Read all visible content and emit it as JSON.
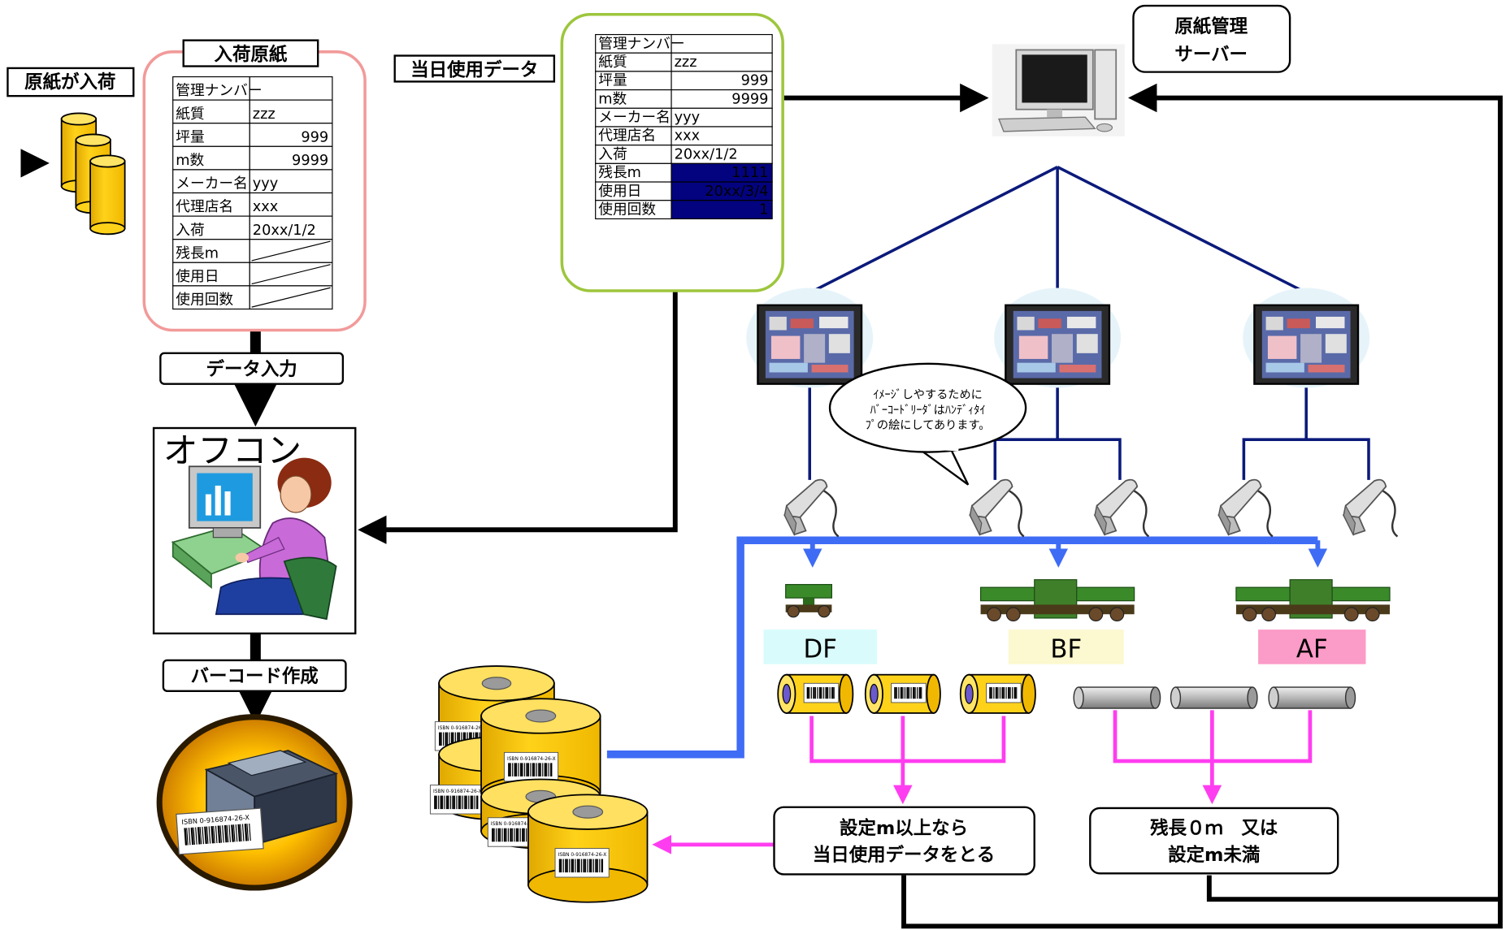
{
  "labels": {
    "arrival": "原紙が入荷",
    "incoming_paper": "入荷原紙",
    "today_data": "当日使用データ",
    "server_l1": "原紙管理",
    "server_l2": "サーバー",
    "data_input": "データ入力",
    "office_computer": "オフコン",
    "barcode_create": "バーコード作成",
    "callout_l1": "ｲﾒｰｼﾞしやするために",
    "callout_l2": "ﾊﾞｰｺｰﾄﾞﾘｰﾀﾞはﾊﾝﾃﾞｨﾀｲ",
    "callout_l3": "ﾌﾟの絵にしてあります。",
    "df": "DF",
    "bf": "BF",
    "af": "AF",
    "keep_l1": "設定m以上なら",
    "keep_l2": "当日使用データをとる",
    "end_l1": "残長０ｍ　又は",
    "end_l2": "設定m未満",
    "barcode_text": "ISBN 0-916874-26-X"
  },
  "table_in": {
    "rows": [
      {
        "label": "管理ナンバー",
        "value": ""
      },
      {
        "label": "紙質",
        "value": "zzz"
      },
      {
        "label": "坪量",
        "value": "999"
      },
      {
        "label": "m数",
        "value": "9999"
      },
      {
        "label": "メーカー名",
        "value": "yyy"
      },
      {
        "label": "代理店名",
        "value": "xxx"
      },
      {
        "label": "入荷",
        "value": "20xx/1/2"
      },
      {
        "label": "残長m",
        "value": ""
      },
      {
        "label": "使用日",
        "value": ""
      },
      {
        "label": "使用回数",
        "value": ""
      }
    ]
  },
  "table_today": {
    "rows": [
      {
        "label": "管理ナンバー",
        "value": ""
      },
      {
        "label": "紙質",
        "value": "zzz"
      },
      {
        "label": "坪量",
        "value": "999"
      },
      {
        "label": "m数",
        "value": "9999"
      },
      {
        "label": "メーカー名",
        "value": "yyy"
      },
      {
        "label": "代理店名",
        "value": "xxx"
      },
      {
        "label": "入荷",
        "value": "20xx/1/2"
      },
      {
        "label": "残長m",
        "value": "1111"
      },
      {
        "label": "使用日",
        "value": "20xx/3/4"
      },
      {
        "label": "使用回数",
        "value": "1"
      }
    ]
  },
  "colors": {
    "black": "#000000",
    "navy": "#0b1a7a",
    "blue": "#3f6cf5",
    "magenta": "#ff3df0",
    "pink_border": "#f29a9a",
    "green_border": "#9dc63c",
    "roll_yellow": "#ffd21a",
    "df_bg": "#d9fbfb",
    "bf_bg": "#fcf8cf",
    "af_bg": "#fb9bc7",
    "highlight": "#03037f"
  },
  "icons": {
    "paper_rolls": "paper-roll-stack-icon",
    "server": "desktop-computer-icon",
    "touch_panels": "touch-panel-icon",
    "scanners": "handheld-barcode-scanner-icon",
    "stations": "splicer-unit-icon",
    "printer": "barcode-printer-icon",
    "operator": "office-worker-icon"
  }
}
